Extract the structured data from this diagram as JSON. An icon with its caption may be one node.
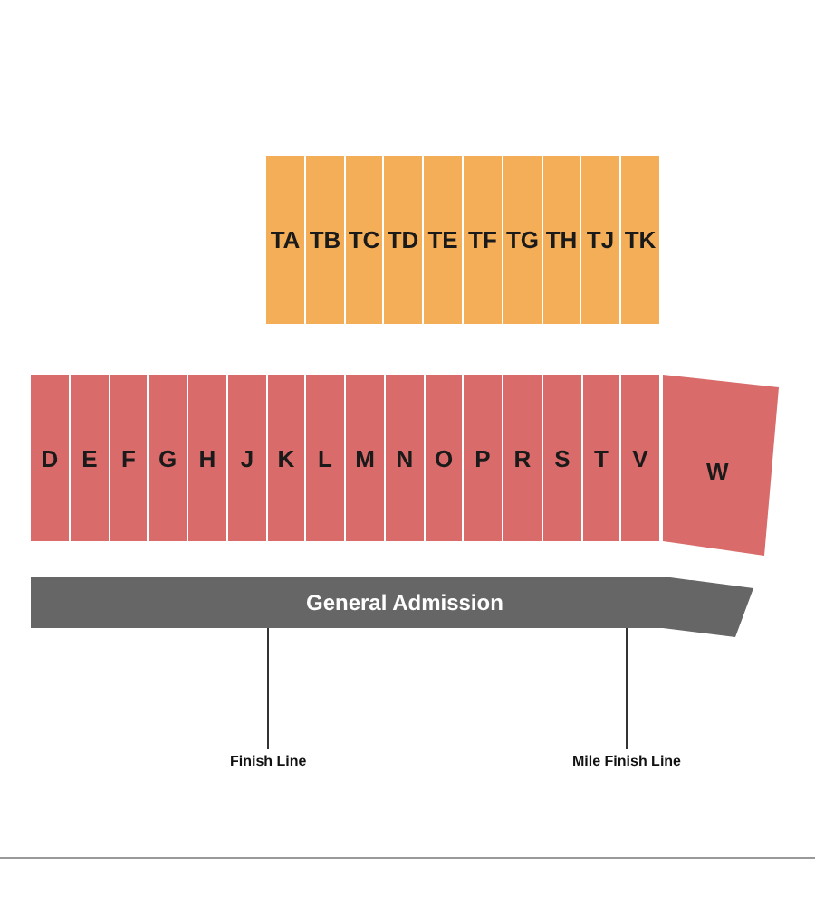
{
  "diagram": {
    "nodes": [
      {
        "text": [
          "TA"
        ]
      },
      {
        "text": [
          "TB"
        ]
      },
      {
        "text": [
          "TC"
        ]
      },
      {
        "text": [
          "TD"
        ]
      },
      {
        "text": [
          "TE"
        ]
      },
      {
        "text": [
          "TF"
        ]
      },
      {
        "text": [
          "TG"
        ]
      },
      {
        "text": [
          "TH"
        ]
      },
      {
        "text": [
          "TJ"
        ]
      },
      {
        "text": [
          "TK"
        ]
      },
      {
        "text": [
          "D"
        ]
      },
      {
        "text": [
          "E"
        ]
      },
      {
        "text": [
          "F"
        ]
      },
      {
        "text": [
          "G"
        ]
      },
      {
        "text": [
          "H"
        ]
      },
      {
        "text": [
          "J"
        ]
      },
      {
        "text": [
          "K"
        ]
      },
      {
        "text": [
          "L"
        ]
      },
      {
        "text": [
          "M"
        ]
      },
      {
        "text": [
          "N"
        ]
      },
      {
        "text": [
          "O"
        ]
      },
      {
        "text": [
          "P"
        ]
      },
      {
        "text": [
          "R"
        ]
      },
      {
        "text": [
          "S"
        ]
      },
      {
        "text": [
          "T"
        ]
      },
      {
        "text": [
          "V"
        ]
      },
      {
        "text": [
          "W"
        ]
      },
      {
        "text": [
          "General Admission"
        ]
      },
      {
        "text": [
          "Finish Line"
        ]
      },
      {
        "text": [
          "Mile Finish Line"
        ]
      }
    ],
    "edges": [
      {
        "from": 28,
        "to": 27,
        "arrow": "none"
      },
      {
        "from": 29,
        "to": 27,
        "arrow": "none"
      }
    ]
  }
}
